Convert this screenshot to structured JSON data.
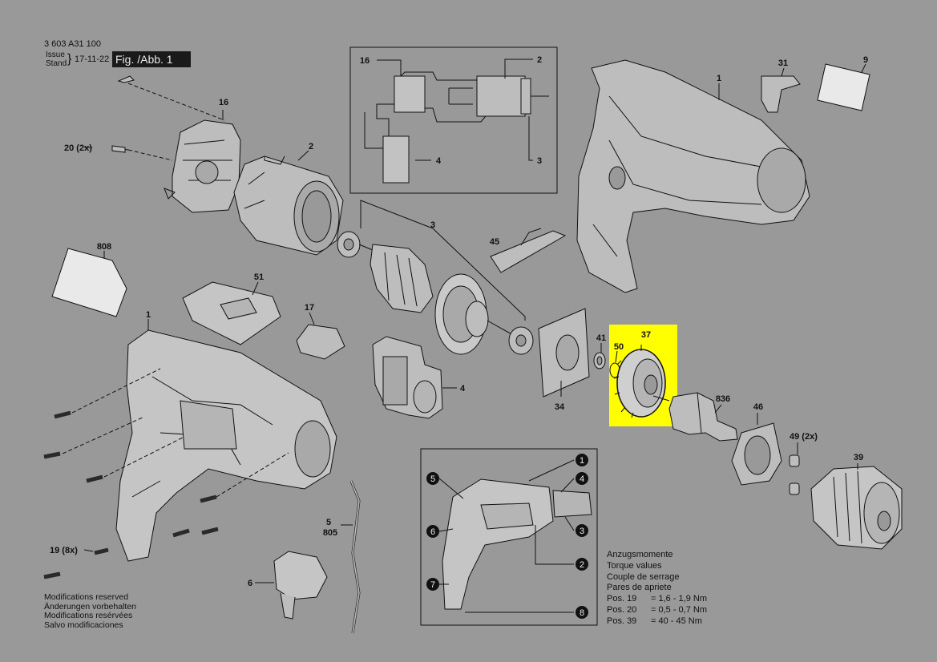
{
  "header": {
    "part_number": "3 603 A31 100",
    "issue_label": "Issue",
    "stand_label": "Stand",
    "date": "17-11-22",
    "figure_label": "Fig. /Abb. 1"
  },
  "callouts": {
    "c16": "16",
    "c2": "2",
    "c20": "20 (2x)",
    "c3": "3",
    "c808": "808",
    "c51": "51",
    "c17": "17",
    "c1": "1",
    "c4": "4",
    "c45": "45",
    "c34": "34",
    "c41": "41",
    "c50": "50",
    "c37": "37",
    "c836": "836",
    "c46": "46",
    "c49": "49 (2x)",
    "c39": "39",
    "c31": "31",
    "c9": "9",
    "c19": "19 (8x)",
    "c5": "5",
    "c805": "805",
    "c6": "6",
    "inset_16": "16",
    "inset_2": "2",
    "inset_4": "4",
    "inset_3": "3"
  },
  "overview_markers": [
    "1",
    "2",
    "3",
    "4",
    "5",
    "6",
    "7",
    "8"
  ],
  "torque": {
    "lines": [
      "Anzugsmomente",
      "Torque values",
      "Couple de serrage",
      "Pares de apriete"
    ],
    "rows": [
      {
        "pos": "Pos. 19",
        "value": "= 1,6 - 1,9 Nm"
      },
      {
        "pos": "Pos. 20",
        "value": "= 0,5 - 0,7 Nm"
      },
      {
        "pos": "Pos. 39",
        "value": "= 40 - 45 Nm"
      }
    ]
  },
  "modifications": [
    "Modifications reserved",
    "Änderungen vorbehalten",
    "Modifications resérvées",
    "Salvo modificaciones"
  ],
  "colors": {
    "background": "#999999",
    "highlight": "#ffff00",
    "line": "#111111",
    "part_fill": "#bdbdbd"
  }
}
